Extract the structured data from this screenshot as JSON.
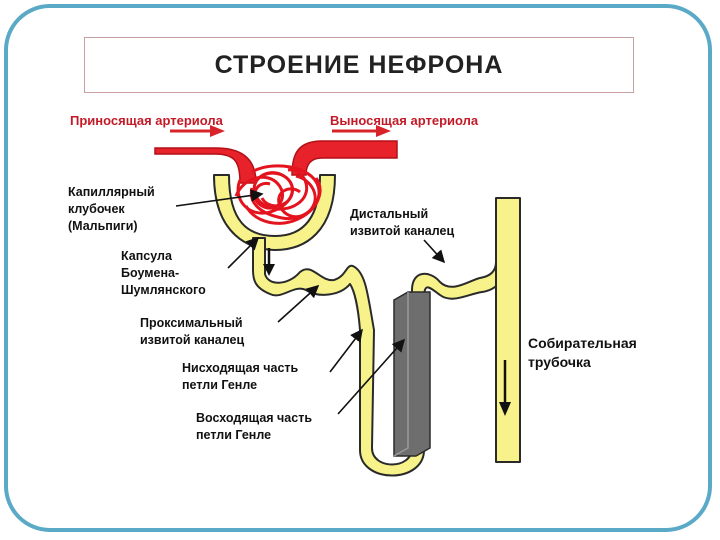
{
  "title": "СТРОЕНИЕ НЕФРОНА",
  "labels": {
    "afferent": "Приносящая артериола",
    "efferent": "Выносящая артериола",
    "glomerulus": "Капиллярный\nклубочек\n(Мальпиги)",
    "capsule": "Капсула\nБоумена-\nШумлянского",
    "proximal": "Проксимальный\nизвитой каналец",
    "descending": "Нисходящая часть\nпетли Генле",
    "ascending": "Восходящая часть\nпетли Генле",
    "distal": "Дистальный\nизвитой каналец",
    "collecting": "Собирательная\nтрубочка"
  },
  "colors": {
    "frame": "#5aa9c6",
    "artery": "#e8222a",
    "tubule": "#f7f38a",
    "tubule_outline": "#2a2a2a",
    "label_red": "#c31a28",
    "vasa": "#6e6e6e"
  }
}
